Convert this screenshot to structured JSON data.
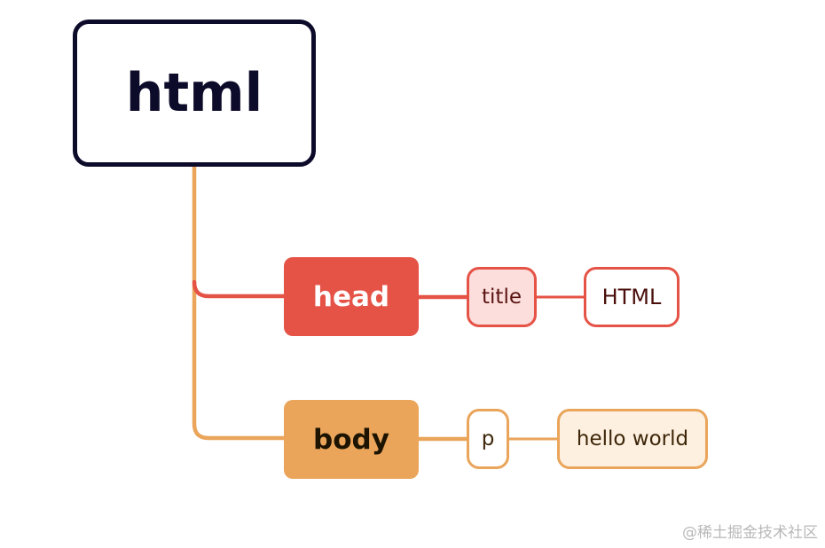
{
  "tree": {
    "root": {
      "label": "html"
    },
    "head": {
      "label": "head",
      "child": {
        "label": "title",
        "text": "HTML"
      }
    },
    "body": {
      "label": "body",
      "child": {
        "label": "p",
        "text": "hello world"
      }
    }
  },
  "colors": {
    "root_border": "#0d0b2a",
    "head": "#e55347",
    "head_tint": "#fcdedd",
    "body": "#eaa55b",
    "body_tint": "#fdf0e0"
  },
  "watermark": "@稀土掘金技术社区"
}
